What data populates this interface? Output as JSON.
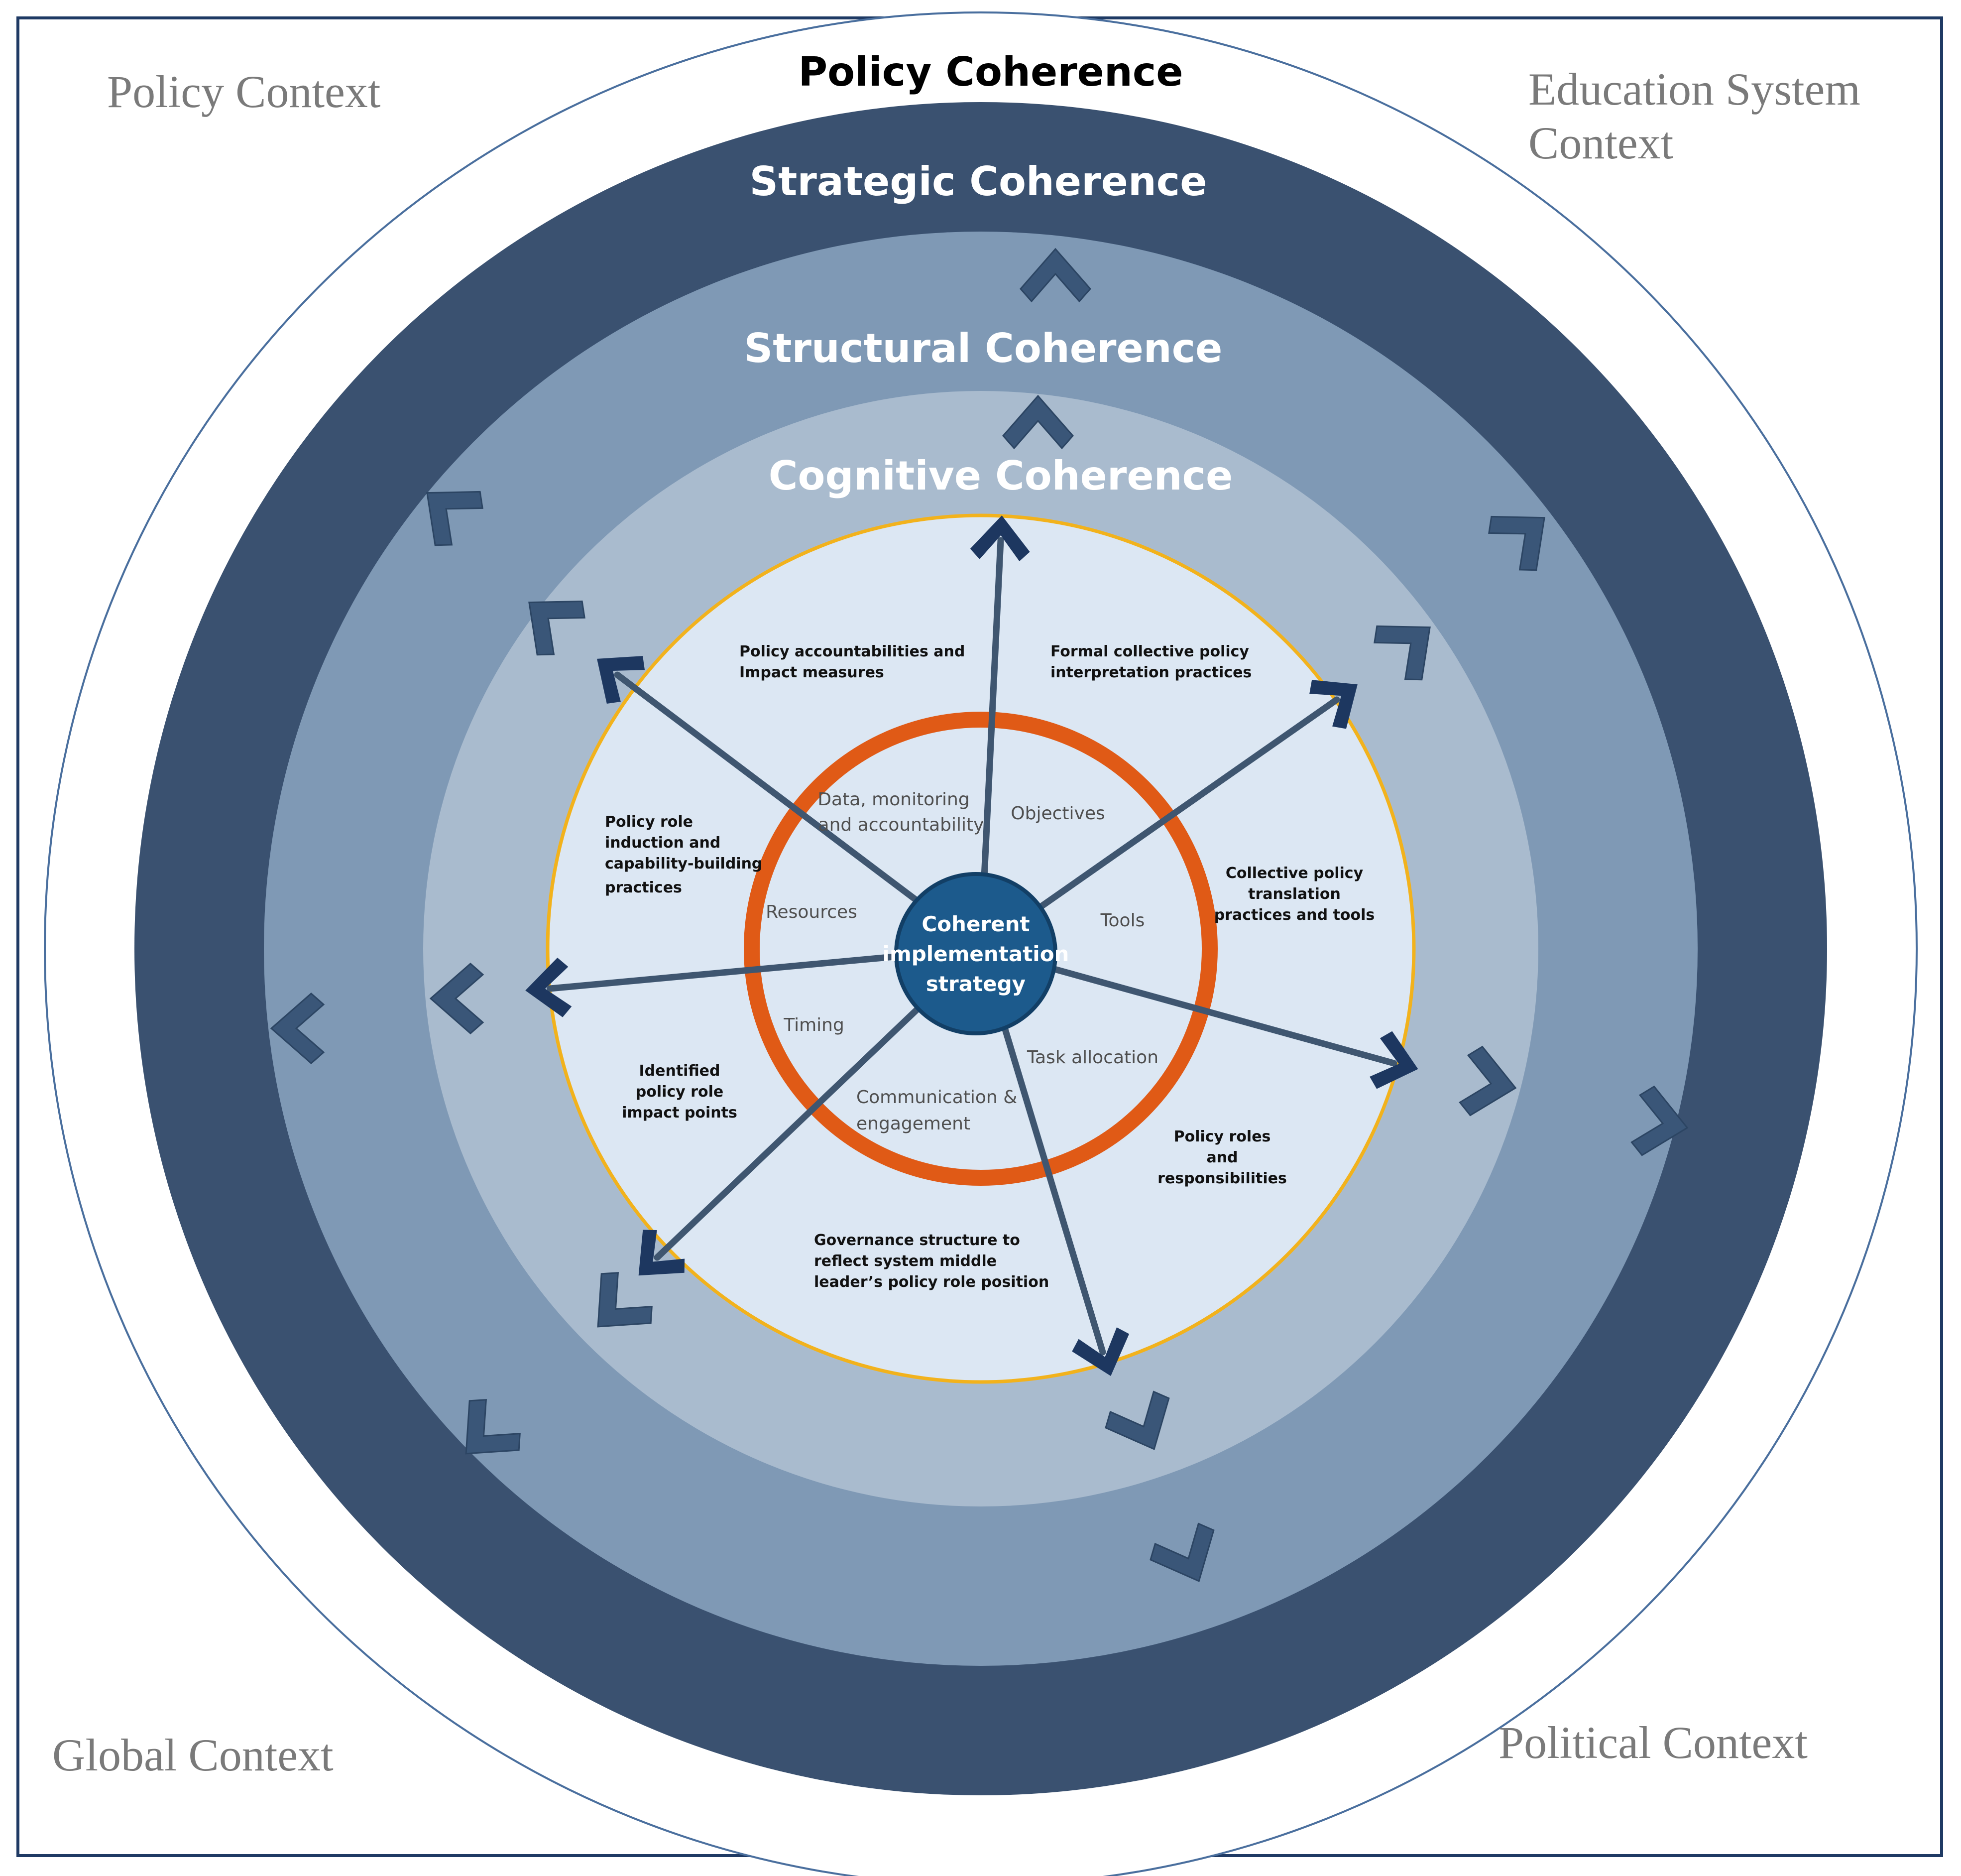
{
  "contexts": {
    "top_left": "Policy Context",
    "top_right_line1": "Education System",
    "top_right_line2": "Context",
    "bottom_left": "Global Context",
    "bottom_right": "Political Context"
  },
  "rings": {
    "policy": "Policy  Coherence",
    "strategic": "Strategic  Coherence",
    "structural": "Structural Coherence",
    "cognitive": "Cognitive Coherence"
  },
  "center": {
    "line1": "Coherent",
    "line2": "implementation",
    "line3": "strategy"
  },
  "inner_labels": {
    "data_l1": "Data, monitoring",
    "data_l2": "and accountability",
    "objectives": "Objectives",
    "resources": "Resources",
    "tools": "Tools",
    "timing": "Timing",
    "task": "Task allocation",
    "comm_l1": "Communication  &",
    "comm_l2": "engagement"
  },
  "outer_labels": {
    "acc_l1": "Policy accountabilities and",
    "acc_l2": "Impact measures",
    "formal_l1": "Formal collective policy",
    "formal_l2": "interpretation practices",
    "role_l1": "Policy role",
    "role_l2": "induction and",
    "role_l3": "capability-building",
    "role_l4": "practices",
    "trans_l1": "Collective policy",
    "trans_l2": "translation",
    "trans_l3": "practices and tools",
    "ident_l1": "Identified",
    "ident_l2": "policy role",
    "ident_l3": "impact points",
    "resp_l1": "Policy roles",
    "resp_l2": "and",
    "resp_l3": "responsibilities",
    "gov_l1": "Governance structure to",
    "gov_l2": "reflect system middle",
    "gov_l3": "leader’s policy role position"
  },
  "colors": {
    "frame": "#1f3a64",
    "outer_circle_stroke": "#4a6f9e",
    "strategic_ring": "#3a5170",
    "structural_ring": "#7f99b5",
    "cognitive_ring": "#a9bbce",
    "inner_disc": "#dce7f3",
    "yellow_border": "#f2b21c",
    "orange_ring": "#e05a16",
    "center_disc": "#1c5a8c",
    "arrow": "#3f5670",
    "arrowhead": "#1d3760",
    "context_text": "#7a7a7a",
    "chevron": "#3a5678"
  }
}
